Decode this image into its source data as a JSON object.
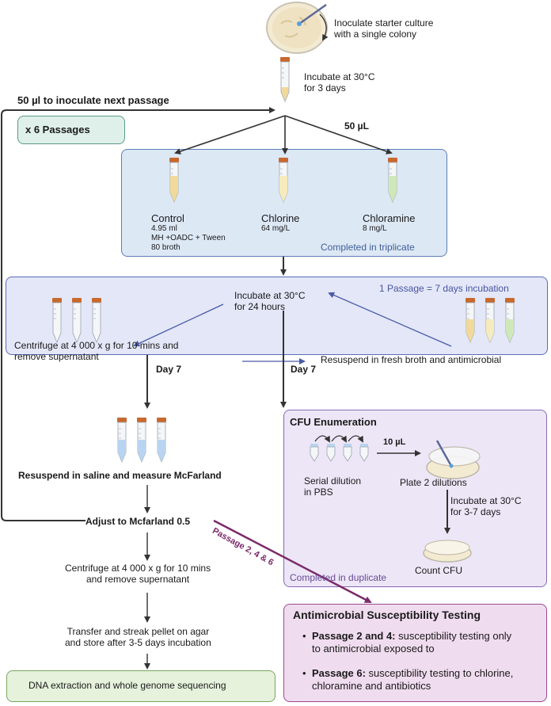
{
  "colors": {
    "arrow": "#333333",
    "blue_arrow": "#4a5aa8",
    "purple_arrow": "#7a2a6a",
    "exp_box_fill": "#dde8f5",
    "exp_box_border": "#5b7db8",
    "incubate_box_fill": "#e3e7f7",
    "incubate_box_border": "#5b6bb8",
    "cfu_box_fill": "#ece6f6",
    "cfu_box_border": "#8a6ab0",
    "ast_box_fill": "#f0dcef",
    "ast_box_border": "#9a4a8e",
    "passages_fill": "#dff0ea",
    "passages_border": "#5a9a86",
    "dna_fill": "#e6f2dc",
    "dna_border": "#7aa45e",
    "tube_cap": "#c8692e",
    "broth_yellow": "#f1d99a",
    "broth_pale": "#f6ebbc",
    "broth_green": "#cfe8b9",
    "saline_blue": "#b9d4f0"
  },
  "top": {
    "inoculate_text_1": "Inoculate starter culture",
    "inoculate_text_2": "with a single colony",
    "incubate_text_1": "Incubate at 30°C",
    "incubate_text_2": "for 3 days"
  },
  "loop_label": "50 µl to inoculate next passage",
  "passages_label": "x 6 Passages",
  "split_label": "50 µL",
  "experiment": {
    "control_title": "Control",
    "control_detail_1": "4.95 ml",
    "control_detail_2": "MH +OADC + Tween",
    "control_detail_3": "80 broth",
    "chlorine_title": "Chlorine",
    "chlorine_detail": "64 mg/L",
    "chloramine_title": "Chloramine",
    "chloramine_detail": "8 mg/L",
    "triplicate_label": "Completed in triplicate"
  },
  "incubation": {
    "incubate_1": "Incubate at 30°C",
    "incubate_2": "for 24 hours",
    "passage_note": "1 Passage = 7 days incubation",
    "centrifuge_1": "Centrifuge at 4 000 x g for 10 mins and",
    "centrifuge_2": "remove supernatant",
    "resuspend": "Resuspend in fresh broth and antimicrobial"
  },
  "day7_left": "Day 7",
  "day7_right": "Day 7",
  "saline_label": "Resuspend in saline and measure McFarland",
  "adjust_label": "Adjust to Mcfarland 0.5",
  "centrifuge2_1": "Centrifuge at 4 000 x g for 10 mins",
  "centrifuge2_2": "and remove supernatant",
  "transfer_1": "Transfer and streak pellet on agar",
  "transfer_2": "and store after 3-5 days incubation",
  "dna_label": "DNA extraction and whole genome sequencing",
  "passage_arrow_label": "Passage 2, 4 & 6",
  "cfu": {
    "title": "CFU Enumeration",
    "volume": "10 µL",
    "serial_1": "Serial dilution",
    "serial_2": "in PBS",
    "plate": "Plate 2 dilutions",
    "incubate_1": "Incubate at 30°C",
    "incubate_2": "for 3-7 days",
    "count": "Count CFU",
    "duplicate": "Completed in duplicate"
  },
  "ast": {
    "title": "Antimicrobial Susceptibility Testing",
    "item1_bold": "Passage 2 and 4:",
    "item1_rest_1": " susceptibility testing only",
    "item1_rest_2": "to antimicrobial exposed to",
    "item2_bold": "Passage 6:",
    "item2_rest_1": " susceptibility testing to chlorine,",
    "item2_rest_2": "chloramine and antibiotics"
  }
}
